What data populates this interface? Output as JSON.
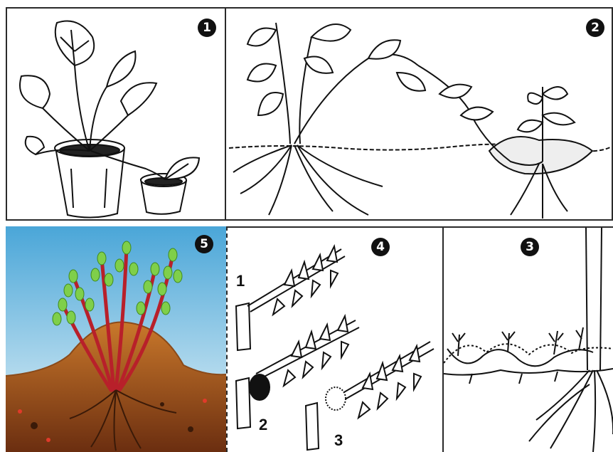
{
  "panels": [
    {
      "id": "p1",
      "badge": "1"
    },
    {
      "id": "p2",
      "badge": "2"
    },
    {
      "id": "p3",
      "badge": "3"
    },
    {
      "id": "p4",
      "badge": "4"
    },
    {
      "id": "p5",
      "badge": "5"
    }
  ],
  "panel4": {
    "labels": [
      "1",
      "2",
      "3"
    ]
  },
  "colors": {
    "ink": "#111111",
    "sky_top": "#4aa6d8",
    "sky_bottom": "#e8f4f8",
    "soil": "#b5651d",
    "soil_dark": "#4a2210",
    "shrub": "#b8202a",
    "leaf": "#7fcf4a"
  }
}
